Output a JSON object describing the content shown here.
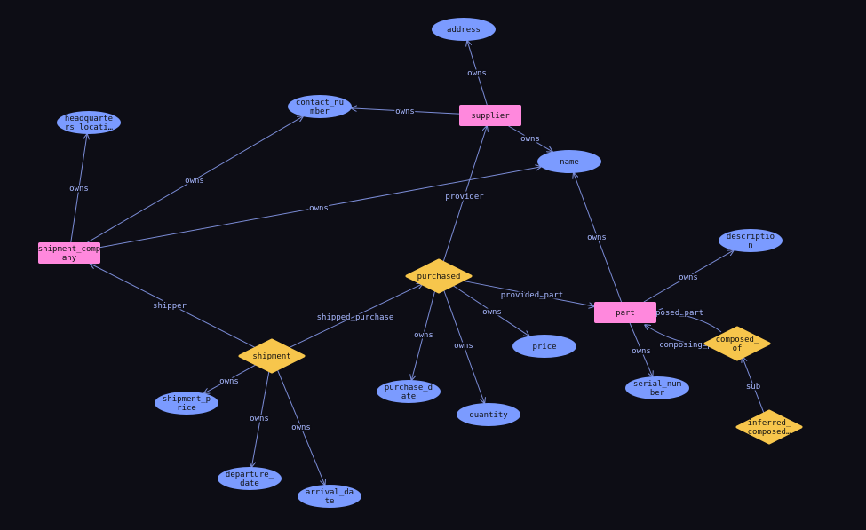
{
  "colors": {
    "background": "#0d0d15",
    "entity": "#ff88dd",
    "relation": "#f7c64c",
    "attribute": "#7b9bff",
    "edge": "#7b8cd6",
    "edge_label": "#a8b8ff",
    "node_text": "#111111"
  },
  "nodes": [
    {
      "id": "supplier",
      "kind": "entity",
      "lines": [
        "supplier"
      ]
    },
    {
      "id": "shipment_company",
      "kind": "entity",
      "lines": [
        "shipment_comp",
        "any"
      ]
    },
    {
      "id": "part",
      "kind": "entity",
      "lines": [
        "part"
      ]
    },
    {
      "id": "purchased",
      "kind": "relation",
      "lines": [
        "purchased"
      ]
    },
    {
      "id": "shipment",
      "kind": "relation",
      "lines": [
        "shipment"
      ]
    },
    {
      "id": "composed_of",
      "kind": "relation",
      "lines": [
        "composed_",
        "of"
      ]
    },
    {
      "id": "inferred_composed",
      "kind": "relation",
      "lines": [
        "inferred_",
        "composed…"
      ]
    },
    {
      "id": "address",
      "kind": "attribute",
      "lines": [
        "address"
      ]
    },
    {
      "id": "contact_number",
      "kind": "attribute",
      "lines": [
        "contact_nu",
        "mber"
      ]
    },
    {
      "id": "headquarters_location",
      "kind": "attribute",
      "lines": [
        "headquarte",
        "rs_locati…"
      ]
    },
    {
      "id": "name",
      "kind": "attribute",
      "lines": [
        "name"
      ]
    },
    {
      "id": "description",
      "kind": "attribute",
      "lines": [
        "descriptio",
        "n"
      ]
    },
    {
      "id": "price",
      "kind": "attribute",
      "lines": [
        "price"
      ]
    },
    {
      "id": "purchase_date",
      "kind": "attribute",
      "lines": [
        "purchase_d",
        "ate"
      ]
    },
    {
      "id": "quantity",
      "kind": "attribute",
      "lines": [
        "quantity"
      ]
    },
    {
      "id": "serial_number",
      "kind": "attribute",
      "lines": [
        "serial_num",
        "ber"
      ]
    },
    {
      "id": "shipment_price",
      "kind": "attribute",
      "lines": [
        "shipment_p",
        "rice"
      ]
    },
    {
      "id": "departure_date",
      "kind": "attribute",
      "lines": [
        "departure_",
        "date"
      ]
    },
    {
      "id": "arrival_date",
      "kind": "attribute",
      "lines": [
        "arrival_da",
        "te"
      ]
    }
  ],
  "edges": [
    {
      "from": "supplier",
      "to": "address",
      "label": "owns"
    },
    {
      "from": "supplier",
      "to": "contact_number",
      "label": "owns"
    },
    {
      "from": "supplier",
      "to": "name",
      "label": "owns"
    },
    {
      "from": "shipment_company",
      "to": "headquarters_location",
      "label": "owns"
    },
    {
      "from": "shipment_company",
      "to": "contact_number",
      "label": "owns"
    },
    {
      "from": "shipment_company",
      "to": "name",
      "label": "owns"
    },
    {
      "from": "purchased",
      "to": "supplier",
      "label": "provider"
    },
    {
      "from": "purchased",
      "to": "part",
      "label": "provided_part"
    },
    {
      "from": "purchased",
      "to": "price",
      "label": "owns"
    },
    {
      "from": "purchased",
      "to": "purchase_date",
      "label": "owns"
    },
    {
      "from": "purchased",
      "to": "quantity",
      "label": "owns"
    },
    {
      "from": "part",
      "to": "name",
      "label": "owns"
    },
    {
      "from": "part",
      "to": "description",
      "label": "owns"
    },
    {
      "from": "part",
      "to": "serial_number",
      "label": "owns"
    },
    {
      "from": "composed_of",
      "to": "part",
      "label": "composed_part"
    },
    {
      "from": "composed_of",
      "to": "part",
      "label": "composing_part"
    },
    {
      "from": "inferred_composed",
      "to": "composed_of",
      "label": "sub"
    },
    {
      "from": "shipment",
      "to": "shipment_company",
      "label": "shipper"
    },
    {
      "from": "shipment",
      "to": "purchased",
      "label": "shipped_purchase"
    },
    {
      "from": "shipment",
      "to": "shipment_price",
      "label": "owns"
    },
    {
      "from": "shipment",
      "to": "departure_date",
      "label": "owns"
    },
    {
      "from": "shipment",
      "to": "arrival_date",
      "label": "owns"
    }
  ]
}
